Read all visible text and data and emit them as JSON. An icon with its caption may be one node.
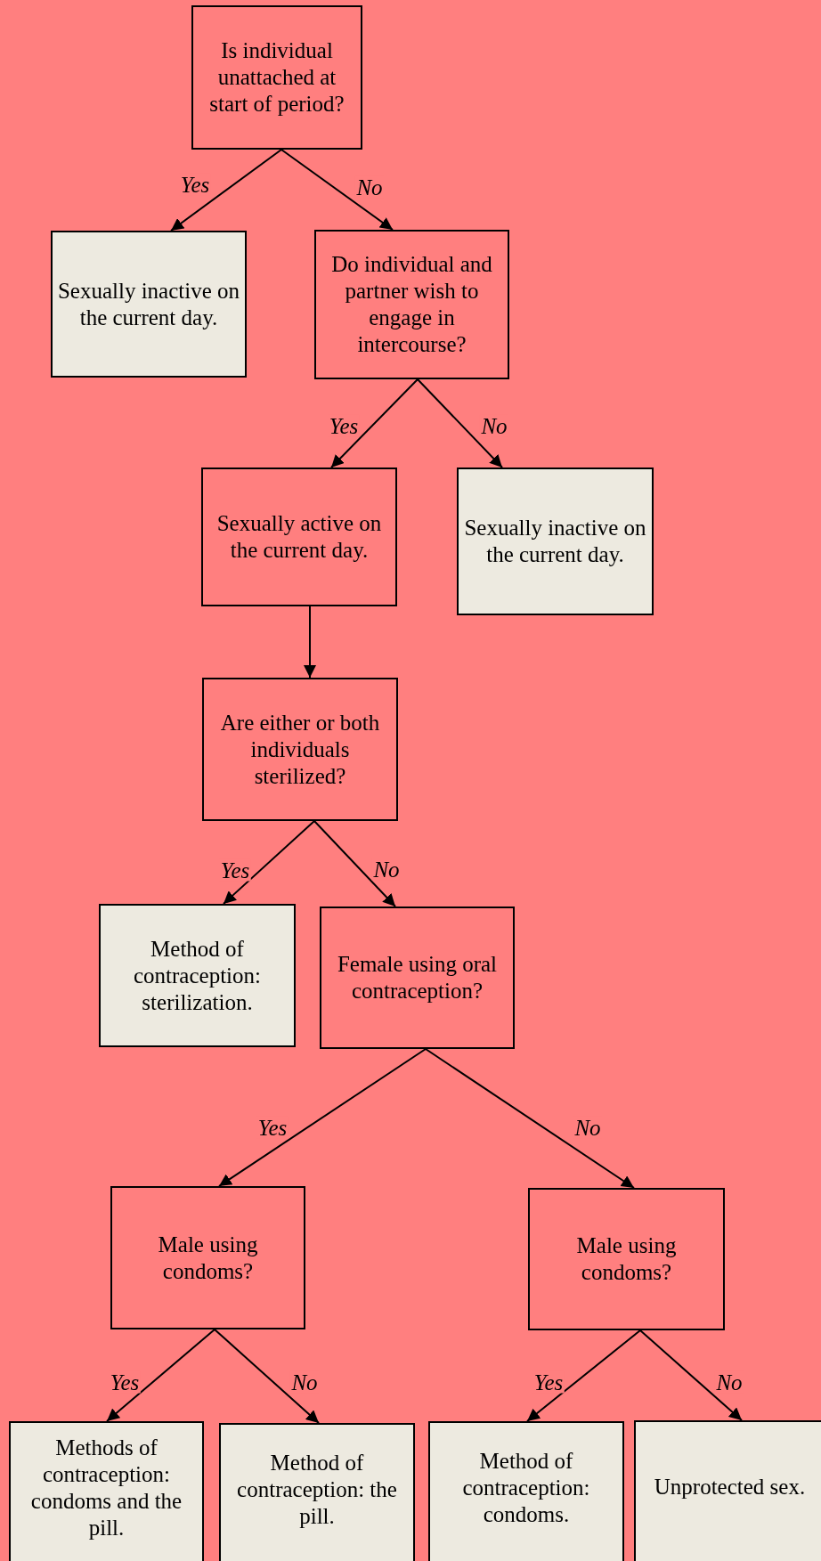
{
  "diagram": {
    "nodes": [
      {
        "text": [
          "Is individual unattached at start of period?"
        ]
      },
      {
        "text": [
          "Sexually inactive on the current day."
        ]
      },
      {
        "text": [
          "Do individual and partner wish to engage in intercourse?"
        ]
      },
      {
        "text": [
          "Sexually active on the current day."
        ]
      },
      {
        "text": [
          "Sexually inactive on the current day."
        ]
      },
      {
        "text": [
          "Are either or both individuals sterilized?"
        ]
      },
      {
        "text": [
          "Method of contraception: sterilization."
        ]
      },
      {
        "text": [
          "Female using oral contraception?"
        ]
      },
      {
        "text": [
          "Male using condoms?"
        ]
      },
      {
        "text": [
          "Male using condoms?"
        ]
      },
      {
        "text": [
          "Methods of contraception: condoms and the pill."
        ]
      },
      {
        "text": [
          "Method of contraception: the pill."
        ]
      },
      {
        "text": [
          "Method of contraception: condoms."
        ]
      },
      {
        "text": [
          "Unprotected sex."
        ]
      }
    ],
    "edges": [
      {
        "from": 0,
        "to": 1,
        "arrow": "to",
        "label": "Yes"
      },
      {
        "from": 0,
        "to": 2,
        "arrow": "to",
        "label": "No"
      },
      {
        "from": 2,
        "to": 3,
        "arrow": "to",
        "label": "Yes"
      },
      {
        "from": 2,
        "to": 4,
        "arrow": "to",
        "label": "No"
      },
      {
        "from": 3,
        "to": 5,
        "arrow": "to"
      },
      {
        "from": 5,
        "to": 6,
        "arrow": "to",
        "label": "Yes"
      },
      {
        "from": 5,
        "to": 7,
        "arrow": "to",
        "label": "No"
      },
      {
        "from": 7,
        "to": 8,
        "arrow": "to",
        "label": "Yes"
      },
      {
        "from": 7,
        "to": 9,
        "arrow": "to",
        "label": "No"
      },
      {
        "from": 8,
        "to": 10,
        "arrow": "to",
        "label": "Yes"
      },
      {
        "from": 8,
        "to": 11,
        "arrow": "to",
        "label": "No"
      },
      {
        "from": 9,
        "to": 12,
        "arrow": "to",
        "label": "Yes"
      },
      {
        "from": 9,
        "to": 13,
        "arrow": "to",
        "label": "No"
      }
    ]
  }
}
